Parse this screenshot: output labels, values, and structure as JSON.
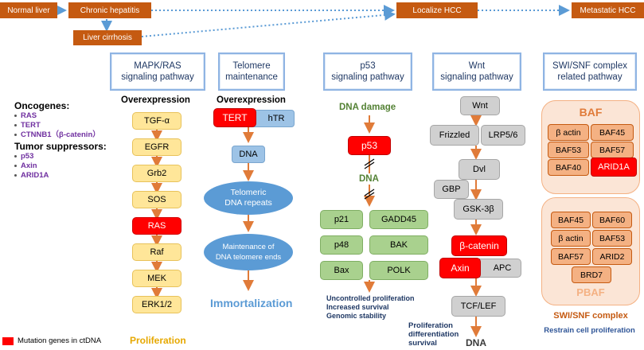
{
  "stages": {
    "normal": "Normal liver",
    "chronic": "Chronic hepatitis",
    "cirrhosis": "Liver cirrhosis",
    "localize": "Localize HCC",
    "metastatic": "Metastatic HCC"
  },
  "legend": {
    "oncogenes_title": "Oncogenes:",
    "oncogenes": [
      "RAS",
      "TERT",
      "CTNNB1（β-catenin）"
    ],
    "suppressors_title": "Tumor suppressors:",
    "suppressors": [
      "p53",
      "Axin",
      "ARID1A"
    ],
    "mutation_label": "Mutation genes in ctDNA",
    "mutation_color": "#ff0000"
  },
  "mapk": {
    "title_line1": "MAPK/RAS",
    "title_line2": "signaling pathway",
    "header": "Overexpression",
    "nodes": [
      "TGF-α",
      "EGFR",
      "Grb2",
      "SOS",
      "RAS",
      "Raf",
      "MEK",
      "ERK1/2"
    ],
    "outcome": "Proliferation"
  },
  "telomere": {
    "title_line1": "Telomere",
    "title_line2": "maintenance",
    "header": "Overexpression",
    "tert": "TERT",
    "htr": "hTR",
    "dna": "DNA",
    "repeats_line1": "Telomeric",
    "repeats_line2": "DNA repeats",
    "ends_line1": "Maintenance of",
    "ends_line2": "DNA telomere ends",
    "outcome": "Immortalization"
  },
  "p53": {
    "title_line1": "p53",
    "title_line2": "signaling pathway",
    "damage": "DNA damage",
    "p53": "p53",
    "dna": "DNA",
    "genes": [
      "p21",
      "GADD45",
      "p48",
      "BAK",
      "Bax",
      "POLK"
    ],
    "outcome_line1": "Uncontrolled proliferation",
    "outcome_line2": "Increased survival",
    "outcome_line3": "Genomic stability"
  },
  "wnt": {
    "title_line1": "Wnt",
    "title_line2": "signaling pathway",
    "wnt": "Wnt",
    "frizzled": "Frizzled",
    "lrp": "LRP5/6",
    "dvl": "Dvl",
    "gbp": "GBP",
    "gsk": "GSK-3β",
    "catenin": "β-catenin",
    "axin": "Axin",
    "apc": "APC",
    "tcf": "TCF/LEF",
    "outcome_line1": "Proliferation",
    "outcome_line2": "differentiation",
    "outcome_line3": "survival",
    "dna": "DNA"
  },
  "swi": {
    "title_line1": "SWI/SNF complex",
    "title_line2": "related pathway",
    "baf_title": "BAF",
    "baf": [
      "β actin",
      "BAF45",
      "BAF53",
      "BAF57",
      "BAF40",
      "ARID1A"
    ],
    "pbaf": [
      "BAF45",
      "BAF60",
      "β actin",
      "BAF53",
      "BAF57",
      "ARID2",
      "BRD7"
    ],
    "pbaf_title": "PBAF",
    "complex_label": "SWI/SNF complex",
    "outcome": "Restrain cell proliferation"
  }
}
